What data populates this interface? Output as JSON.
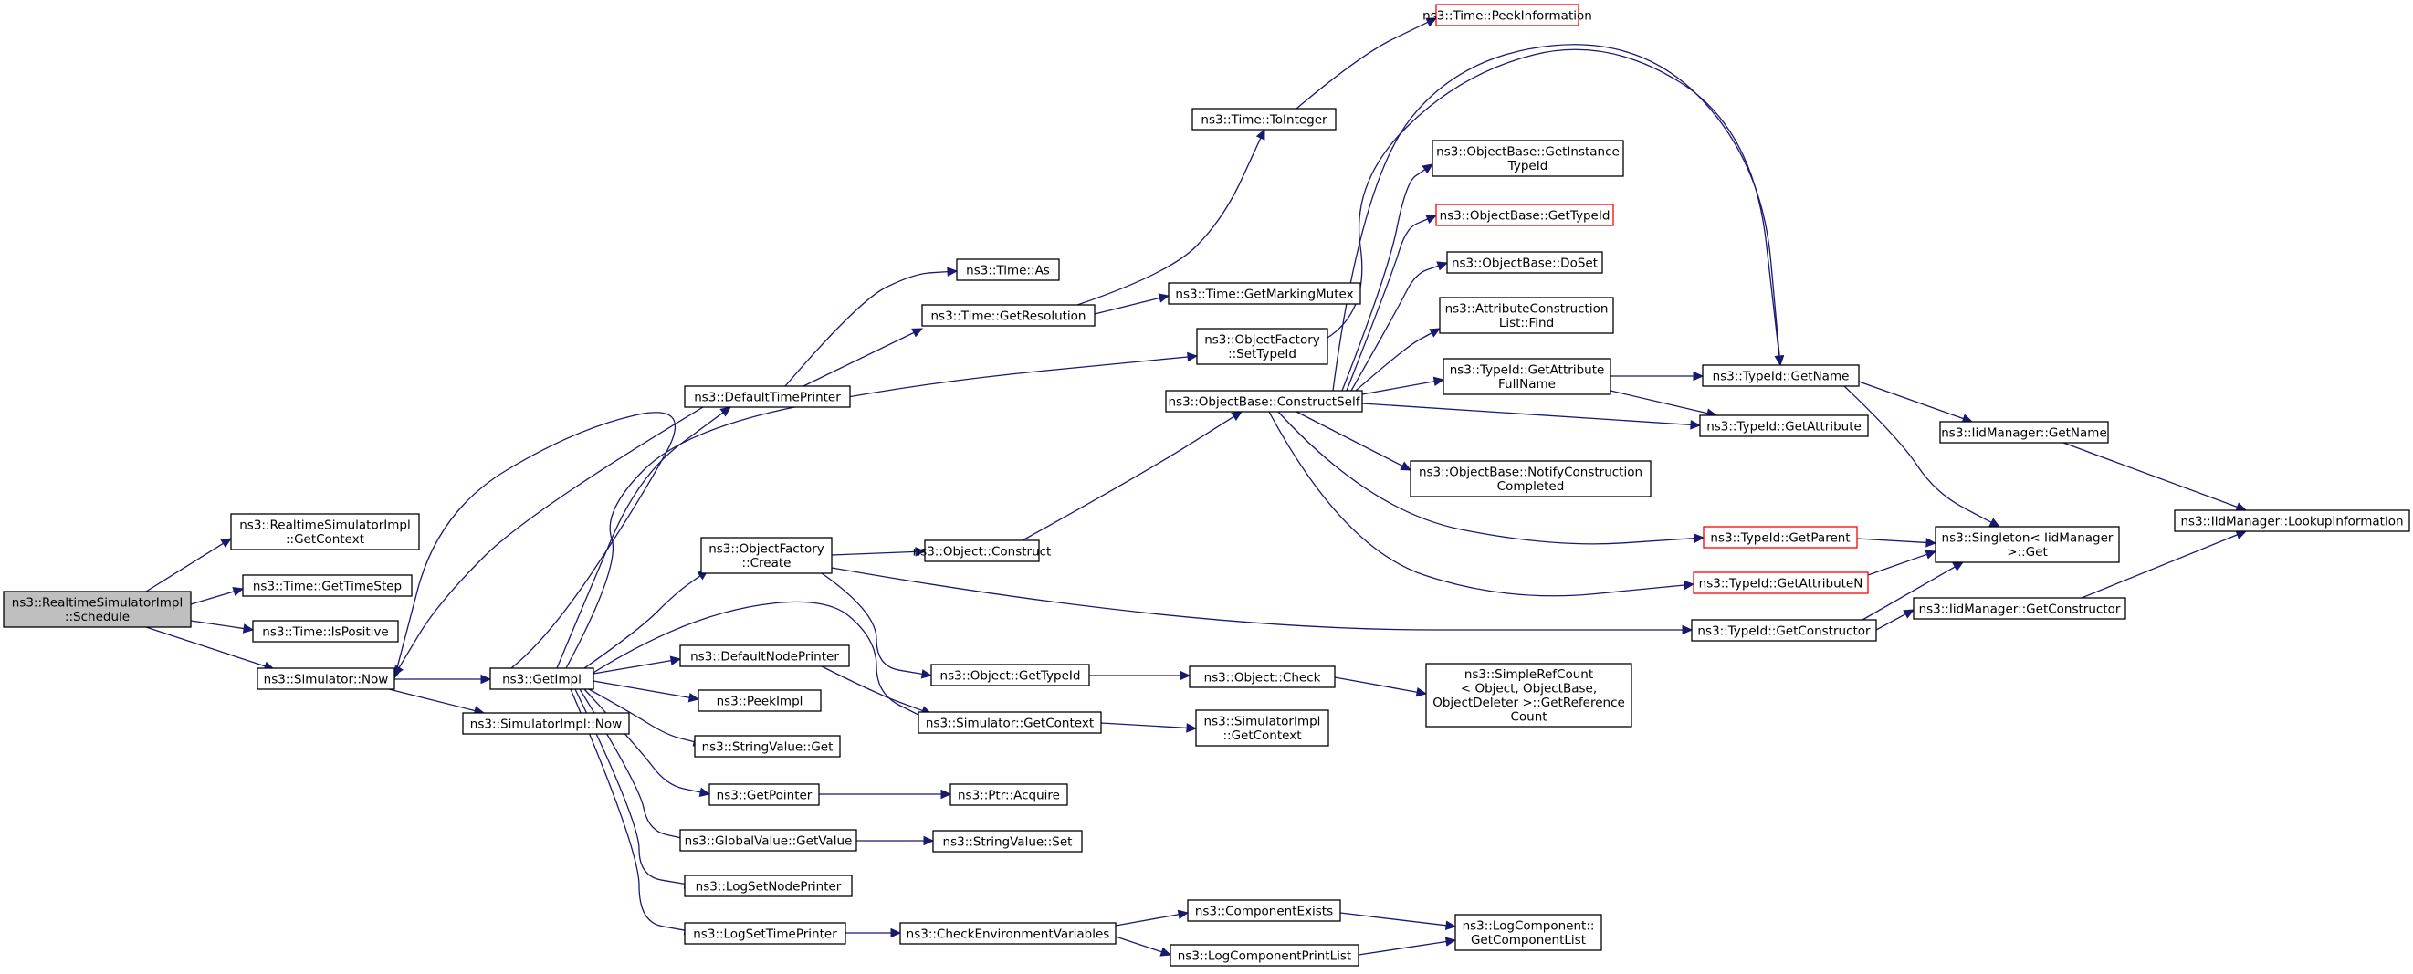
{
  "graph": {
    "type": "call-graph",
    "nodes": [
      {
        "id": "root",
        "lines": [
          "ns3::RealtimeSimulatorImpl",
          "::Schedule"
        ],
        "root": true
      },
      {
        "id": "rsi_getcontext",
        "lines": [
          "ns3::RealtimeSimulatorImpl",
          "::GetContext"
        ]
      },
      {
        "id": "time_gettimestep",
        "lines": [
          "ns3::Time::GetTimeStep"
        ]
      },
      {
        "id": "time_ispositive",
        "lines": [
          "ns3::Time::IsPositive"
        ]
      },
      {
        "id": "sim_now",
        "lines": [
          "ns3::Simulator::Now"
        ]
      },
      {
        "id": "getimpl",
        "lines": [
          "ns3::GetImpl"
        ]
      },
      {
        "id": "simimpl_now",
        "lines": [
          "ns3::SimulatorImpl::Now"
        ]
      },
      {
        "id": "defaulttimeprinter",
        "lines": [
          "ns3::DefaultTimePrinter"
        ]
      },
      {
        "id": "objfactory_create",
        "lines": [
          "ns3::ObjectFactory",
          "::Create"
        ]
      },
      {
        "id": "defaultnodeprinter",
        "lines": [
          "ns3::DefaultNodePrinter"
        ]
      },
      {
        "id": "peekimpl",
        "lines": [
          "ns3::PeekImpl"
        ]
      },
      {
        "id": "stringvalue_get",
        "lines": [
          "ns3::StringValue::Get"
        ]
      },
      {
        "id": "getpointer",
        "lines": [
          "ns3::GetPointer"
        ]
      },
      {
        "id": "globalvalue_getvalue",
        "lines": [
          "ns3::GlobalValue::GetValue"
        ]
      },
      {
        "id": "logsetnodeprinter",
        "lines": [
          "ns3::LogSetNodePrinter"
        ]
      },
      {
        "id": "logsettimeprinter",
        "lines": [
          "ns3::LogSetTimePrinter"
        ]
      },
      {
        "id": "time_as",
        "lines": [
          "ns3::Time::As"
        ]
      },
      {
        "id": "time_getresolution",
        "lines": [
          "ns3::Time::GetResolution"
        ]
      },
      {
        "id": "time_tointeger",
        "lines": [
          "ns3::Time::ToInteger"
        ]
      },
      {
        "id": "time_peekinformation",
        "lines": [
          "ns3::Time::PeekInformation"
        ],
        "red": true
      },
      {
        "id": "time_getmarkingmutex",
        "lines": [
          "ns3::Time::GetMarkingMutex"
        ]
      },
      {
        "id": "objfactory_settypeid",
        "lines": [
          "ns3::ObjectFactory",
          "::SetTypeId"
        ]
      },
      {
        "id": "objbase_constructself",
        "lines": [
          "ns3::ObjectBase::ConstructSelf"
        ]
      },
      {
        "id": "object_construct",
        "lines": [
          "ns3::Object::Construct"
        ]
      },
      {
        "id": "object_gettypeid",
        "lines": [
          "ns3::Object::GetTypeId"
        ]
      },
      {
        "id": "sim_getcontext",
        "lines": [
          "ns3::Simulator::GetContext"
        ]
      },
      {
        "id": "ptr_acquire",
        "lines": [
          "ns3::Ptr::Acquire"
        ]
      },
      {
        "id": "stringvalue_set",
        "lines": [
          "ns3::StringValue::Set"
        ]
      },
      {
        "id": "checkenvvars",
        "lines": [
          "ns3::CheckEnvironmentVariables"
        ]
      },
      {
        "id": "object_check",
        "lines": [
          "ns3::Object::Check"
        ]
      },
      {
        "id": "simimpl_getcontext",
        "lines": [
          "ns3::SimulatorImpl",
          "::GetContext"
        ]
      },
      {
        "id": "componentexists",
        "lines": [
          "ns3::ComponentExists"
        ]
      },
      {
        "id": "logcomponentprintlist",
        "lines": [
          "ns3::LogComponentPrintList"
        ]
      },
      {
        "id": "objbase_getinstancetypeid",
        "lines": [
          "ns3::ObjectBase::GetInstance",
          "TypeId"
        ]
      },
      {
        "id": "objbase_gettypeid",
        "lines": [
          "ns3::ObjectBase::GetTypeId"
        ],
        "red": true
      },
      {
        "id": "objbase_doset",
        "lines": [
          "ns3::ObjectBase::DoSet"
        ]
      },
      {
        "id": "attrconstrlist_find",
        "lines": [
          "ns3::AttributeConstruction",
          "List::Find"
        ]
      },
      {
        "id": "typeid_getattrfullname",
        "lines": [
          "ns3::TypeId::GetAttribute",
          "FullName"
        ]
      },
      {
        "id": "objbase_notifyconstr",
        "lines": [
          "ns3::ObjectBase::NotifyConstruction",
          "Completed"
        ]
      },
      {
        "id": "simplerefcount",
        "lines": [
          "ns3::SimpleRefCount",
          "< Object, ObjectBase,",
          " ObjectDeleter >::GetReference",
          "Count"
        ]
      },
      {
        "id": "logcomponent_getlist",
        "lines": [
          "ns3::LogComponent::",
          "GetComponentList"
        ]
      },
      {
        "id": "typeid_getname",
        "lines": [
          "ns3::TypeId::GetName"
        ]
      },
      {
        "id": "typeid_getattribute",
        "lines": [
          "ns3::TypeId::GetAttribute"
        ]
      },
      {
        "id": "typeid_getparent",
        "lines": [
          "ns3::TypeId::GetParent"
        ],
        "red": true
      },
      {
        "id": "typeid_getattributen",
        "lines": [
          "ns3::TypeId::GetAttributeN"
        ],
        "red": true
      },
      {
        "id": "typeid_getconstructor",
        "lines": [
          "ns3::TypeId::GetConstructor"
        ]
      },
      {
        "id": "iidmanager_getname",
        "lines": [
          "ns3::IidManager::GetName"
        ]
      },
      {
        "id": "singleton_get",
        "lines": [
          "ns3::Singleton< IidManager",
          " >::Get"
        ]
      },
      {
        "id": "iidmanager_getconstructor",
        "lines": [
          "ns3::IidManager::GetConstructor"
        ]
      },
      {
        "id": "iidmanager_lookupinfo",
        "lines": [
          "ns3::IidManager::LookupInformation"
        ]
      }
    ],
    "edges": [
      [
        "root",
        "rsi_getcontext"
      ],
      [
        "root",
        "time_gettimestep"
      ],
      [
        "root",
        "time_ispositive"
      ],
      [
        "root",
        "sim_now"
      ],
      [
        "sim_now",
        "getimpl"
      ],
      [
        "sim_now",
        "simimpl_now"
      ],
      [
        "getimpl",
        "defaulttimeprinter"
      ],
      [
        "getimpl",
        "objfactory_create"
      ],
      [
        "getimpl",
        "defaultnodeprinter"
      ],
      [
        "getimpl",
        "peekimpl"
      ],
      [
        "getimpl",
        "stringvalue_get"
      ],
      [
        "getimpl",
        "getpointer"
      ],
      [
        "getimpl",
        "globalvalue_getvalue"
      ],
      [
        "getimpl",
        "logsetnodeprinter"
      ],
      [
        "getimpl",
        "logsettimeprinter"
      ],
      [
        "getimpl",
        "objfactory_settypeid"
      ],
      [
        "getimpl",
        "sim_getcontext"
      ],
      [
        "getimpl",
        "sim_now"
      ],
      [
        "defaulttimeprinter",
        "time_as"
      ],
      [
        "defaulttimeprinter",
        "time_getresolution"
      ],
      [
        "defaulttimeprinter",
        "sim_now"
      ],
      [
        "time_getresolution",
        "time_getmarkingmutex"
      ],
      [
        "time_getresolution",
        "time_tointeger"
      ],
      [
        "time_tointeger",
        "time_peekinformation"
      ],
      [
        "objfactory_create",
        "object_construct"
      ],
      [
        "objfactory_create",
        "object_gettypeid"
      ],
      [
        "objfactory_create",
        "typeid_getconstructor"
      ],
      [
        "object_construct",
        "objbase_constructself"
      ],
      [
        "objfactory_settypeid",
        "typeid_getname"
      ],
      [
        "defaultnodeprinter",
        "sim_getcontext"
      ],
      [
        "getpointer",
        "ptr_acquire"
      ],
      [
        "globalvalue_getvalue",
        "stringvalue_set"
      ],
      [
        "logsettimeprinter",
        "checkenvvars"
      ],
      [
        "object_gettypeid",
        "object_check"
      ],
      [
        "sim_getcontext",
        "simimpl_getcontext"
      ],
      [
        "checkenvvars",
        "componentexists"
      ],
      [
        "checkenvvars",
        "logcomponentprintlist"
      ],
      [
        "object_check",
        "simplerefcount"
      ],
      [
        "componentexists",
        "logcomponent_getlist"
      ],
      [
        "logcomponentprintlist",
        "logcomponent_getlist"
      ],
      [
        "objbase_constructself",
        "objbase_getinstancetypeid"
      ],
      [
        "objbase_constructself",
        "objbase_gettypeid"
      ],
      [
        "objbase_constructself",
        "objbase_doset"
      ],
      [
        "objbase_constructself",
        "attrconstrlist_find"
      ],
      [
        "objbase_constructself",
        "typeid_getattrfullname"
      ],
      [
        "objbase_constructself",
        "typeid_getname"
      ],
      [
        "objbase_constructself",
        "typeid_getattribute"
      ],
      [
        "objbase_constructself",
        "objbase_notifyconstr"
      ],
      [
        "objbase_constructself",
        "typeid_getparent"
      ],
      [
        "objbase_constructself",
        "typeid_getattributen"
      ],
      [
        "typeid_getattrfullname",
        "typeid_getname"
      ],
      [
        "typeid_getattrfullname",
        "typeid_getattribute"
      ],
      [
        "typeid_getname",
        "iidmanager_getname"
      ],
      [
        "typeid_getname",
        "singleton_get"
      ],
      [
        "typeid_getparent",
        "singleton_get"
      ],
      [
        "typeid_getattributen",
        "singleton_get"
      ],
      [
        "typeid_getconstructor",
        "singleton_get"
      ],
      [
        "typeid_getconstructor",
        "iidmanager_getconstructor"
      ],
      [
        "iidmanager_getname",
        "iidmanager_lookupinfo"
      ],
      [
        "iidmanager_getconstructor",
        "iidmanager_lookupinfo"
      ]
    ]
  }
}
